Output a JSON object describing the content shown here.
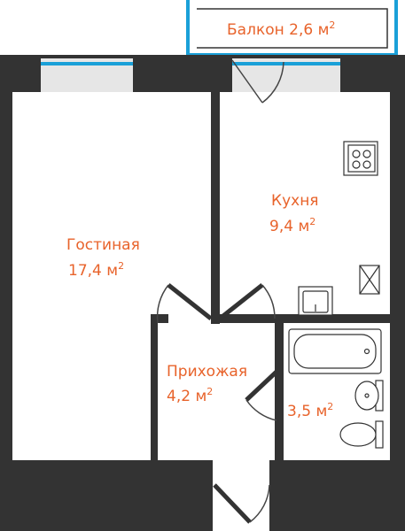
{
  "rooms": {
    "balcony": {
      "name": "Балкон",
      "area": "2,6 м",
      "unit_sup": "2"
    },
    "kitchen": {
      "name": "Кухня",
      "area": "9,4 м",
      "unit_sup": "2"
    },
    "living": {
      "name": "Гостиная",
      "area": "17,4 м",
      "unit_sup": "2"
    },
    "hallway": {
      "name": "Прихожая",
      "area": "4,2 м",
      "unit_sup": "2"
    },
    "bathroom": {
      "name": "",
      "area": "3,5 м",
      "unit_sup": "2"
    }
  },
  "colors": {
    "wall": "#333333",
    "label": "#e8632b",
    "window_glass": "#1aa0d8",
    "window_sill": "#e6e6e6",
    "door_line": "#444444"
  }
}
